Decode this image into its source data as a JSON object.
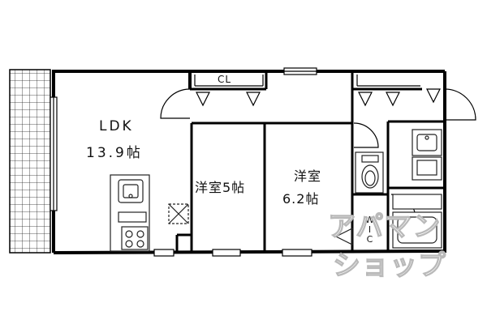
{
  "floorplan": {
    "rooms": {
      "ldk": {
        "name": "LDK",
        "size": "13.9帖"
      },
      "western_a": {
        "name": "洋室5帖"
      },
      "western_b": {
        "name": "洋室",
        "size": "6.2帖"
      }
    },
    "labels": {
      "closet": "CL",
      "walk_in_closet_line1": "W",
      "walk_in_closet_line2": "I",
      "walk_in_closet_line3": "C"
    },
    "watermark": {
      "line1": "アパマン",
      "line2": "ショップ"
    }
  },
  "colors": {
    "wall": "#000000",
    "fixture": "#222222",
    "watermark_stroke": "#b9b9b9"
  }
}
